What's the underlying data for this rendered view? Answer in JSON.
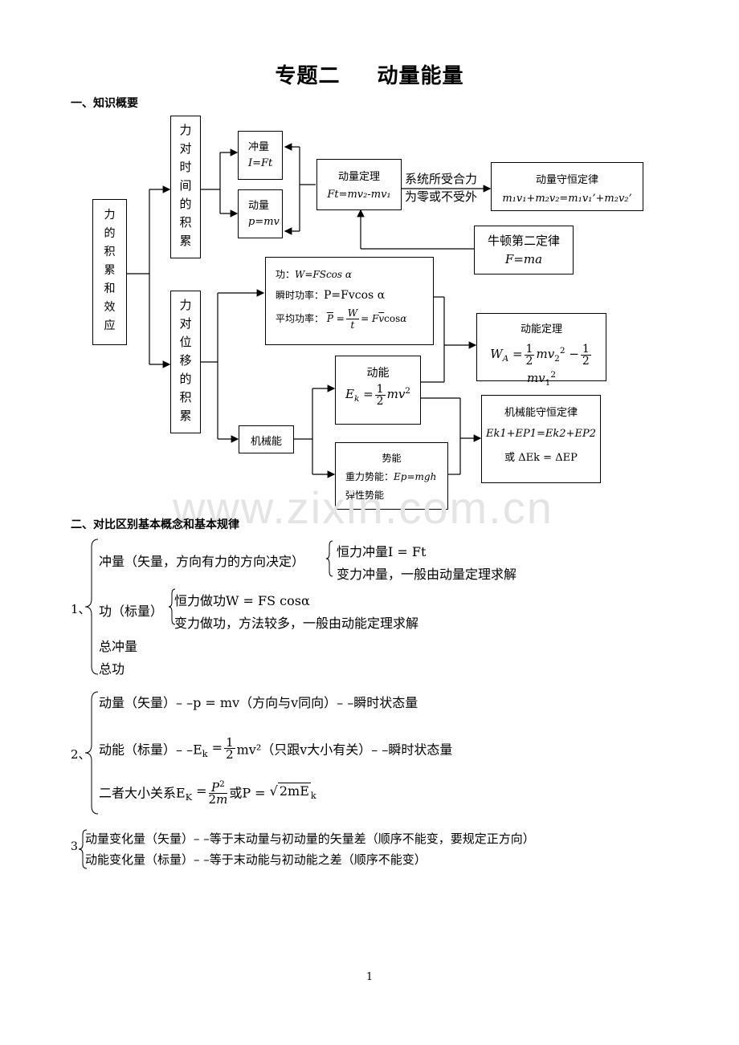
{
  "title": {
    "part1": "专题二",
    "part2": "动量能量"
  },
  "section1": "一、知识概要",
  "section2": "二、对比区别基本概念和基本规律",
  "diagram": {
    "root": [
      "力",
      "的",
      "积",
      "累",
      "和",
      "效",
      "应"
    ],
    "time_acc": [
      "力",
      "对",
      "时",
      "间",
      "的",
      "积",
      "累"
    ],
    "disp_acc": [
      "力",
      "对",
      "位",
      "移",
      "的",
      "积",
      "累"
    ],
    "impulse": {
      "name": "冲量",
      "formula": "I=Ft"
    },
    "momentum": {
      "name": "动量",
      "formula": "p=mv"
    },
    "momentum_theorem": {
      "name": "动量定理",
      "formula": "Ft=mv₂-mv₁"
    },
    "condition": {
      "line1": "系统所受合力",
      "line2": "为零或不受外"
    },
    "conservation": {
      "name": "动量守恒定律",
      "formula": "m₁v₁+m₂v₂=m₁v₁’+m₂v₂’"
    },
    "newton2": {
      "name": "牛顿第二定律",
      "formula": "F=ma"
    },
    "work": {
      "label": "功：",
      "formula": "W=FScos α"
    },
    "inst_power": {
      "label": "瞬时功率：",
      "formula": "P=Fvcos α"
    },
    "avg_power": {
      "label": "平均功率："
    },
    "ke_theorem": {
      "name": "动能定理"
    },
    "kinetic": {
      "name": "动能"
    },
    "mech_energy": {
      "name": "机械能"
    },
    "potential": {
      "name": "势能",
      "gravity_label": "重力势能：",
      "gravity_formula": "Ep=mgh",
      "elastic": "弹性势能"
    },
    "mech_conservation": {
      "name": "机械能守恒定律",
      "formula": "Ek1+EP1=Ek2+EP2",
      "alt": "或 ΔEk = ΔEP"
    }
  },
  "compare1": {
    "num": "1、",
    "impulse": "冲量（矢量，方向有力的方向决定）",
    "impulse_const": "恒力冲量I = Ft",
    "impulse_var": "变力冲量，一般由动量定理求解",
    "work": "功（标量）",
    "work_const": "恒力做功W = FS cosα",
    "work_var": "变力做功，方法较多，一般由动能定理求解",
    "total_impulse": "总冲量",
    "total_work": "总功"
  },
  "compare2": {
    "num": "2、",
    "line1": "动量（矢量）– –p = mv（方向与v同向）– –瞬时状态量",
    "line2a": "动能（标量）– –E",
    "line2b": "mv²（只跟v大小有关）– –瞬时状态量",
    "line3a": "二者大小关系E",
    "line3b": "或P =",
    "line3c": "2mE"
  },
  "compare3": {
    "num": "3",
    "line1": "动量变化量（矢量）– –等于末动量与初动量的矢量差（顺序不能变，要规定正方向）",
    "line2": "动能变化量（标量）– –等于末动能与初动能之差（顺序不能变）"
  },
  "watermark": "www.zixin.com.cn",
  "page_number": "1"
}
